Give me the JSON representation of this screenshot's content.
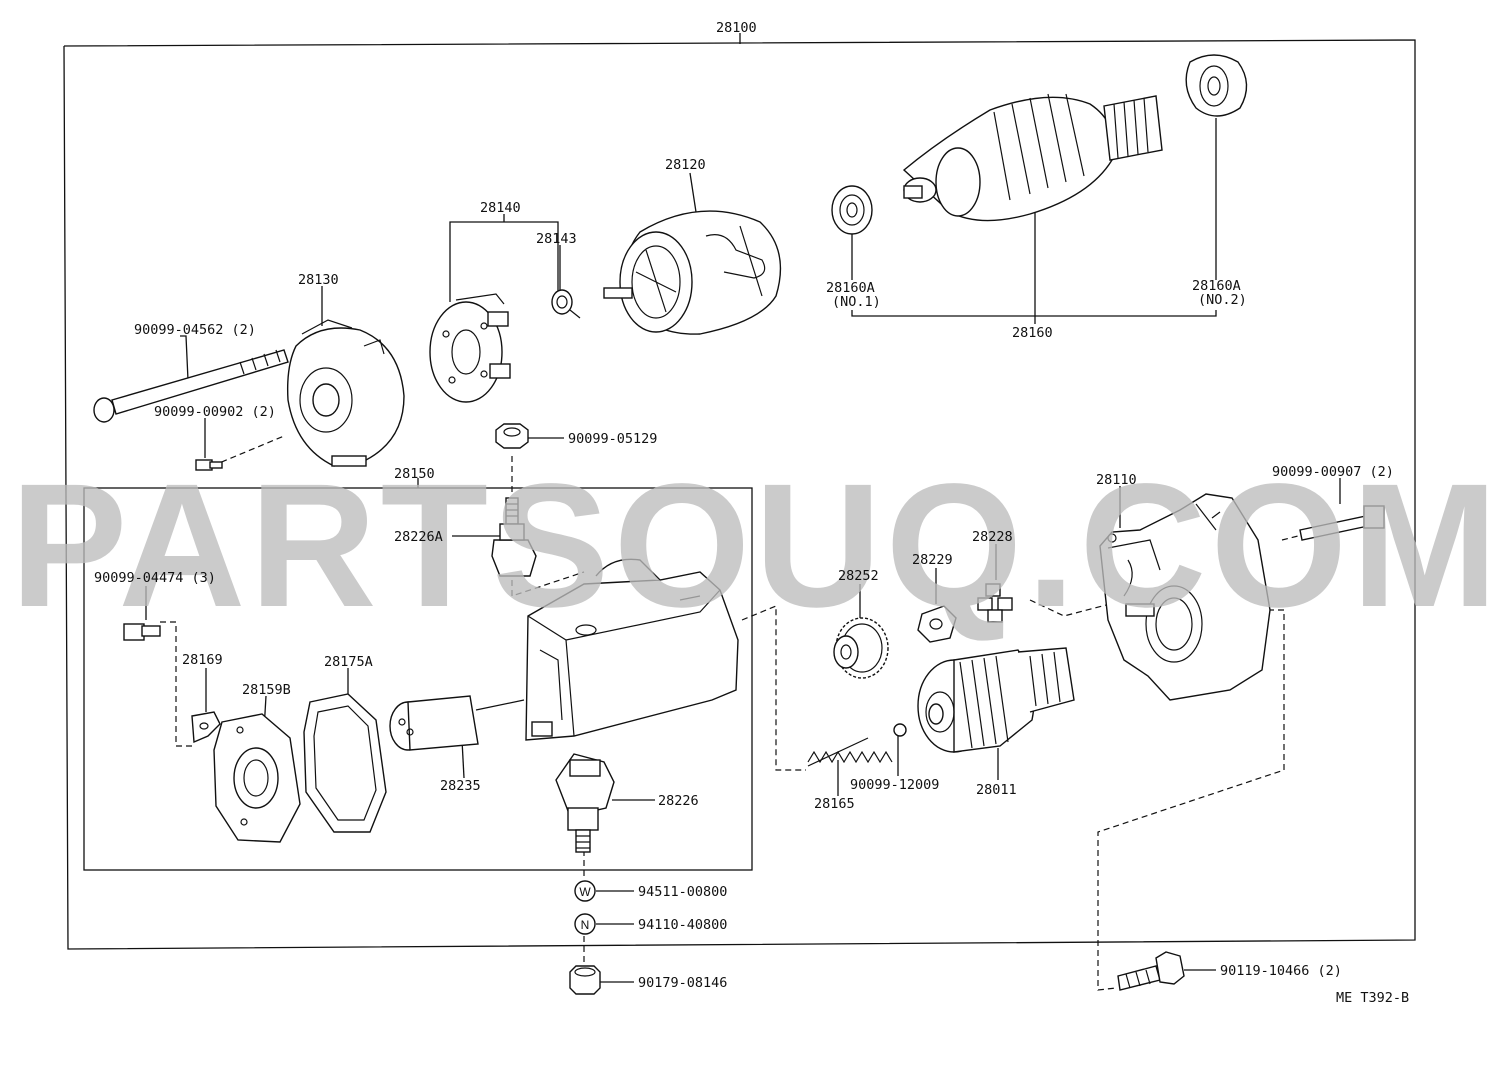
{
  "watermark": "PARTSOUQ.COM",
  "reference_code": "ME T392-B",
  "assembly_labels": {
    "starter_assembly": "28100",
    "brush_holder_assy": "28140",
    "armature_bearing_group": "28160",
    "magnetic_switch_assy": "28150"
  },
  "part_labels": [
    {
      "id": "p28120",
      "text": "28120"
    },
    {
      "id": "p28143",
      "text": "28143"
    },
    {
      "id": "p28130",
      "text": "28130"
    },
    {
      "id": "p90099_04562",
      "text": "90099-04562 (2)"
    },
    {
      "id": "p90099_00902",
      "text": "90099-00902 (2)"
    },
    {
      "id": "p28160a1",
      "text": "28160A"
    },
    {
      "id": "p28160a1_no",
      "text": "(NO.1)"
    },
    {
      "id": "p28160a2",
      "text": "28160A"
    },
    {
      "id": "p28160a2_no",
      "text": "(NO.2)"
    },
    {
      "id": "p90099_05129",
      "text": "90099-05129"
    },
    {
      "id": "p28226a",
      "text": "28226A"
    },
    {
      "id": "p90099_04474",
      "text": "90099-04474 (3)"
    },
    {
      "id": "p28169",
      "text": "28169"
    },
    {
      "id": "p28159b",
      "text": "28159B"
    },
    {
      "id": "p28175a",
      "text": "28175A"
    },
    {
      "id": "p28235",
      "text": "28235"
    },
    {
      "id": "p28226",
      "text": "28226"
    },
    {
      "id": "p28252",
      "text": "28252"
    },
    {
      "id": "p28229",
      "text": "28229"
    },
    {
      "id": "p28228",
      "text": "28228"
    },
    {
      "id": "p28110",
      "text": "28110"
    },
    {
      "id": "p90099_00907",
      "text": "90099-00907 (2)"
    },
    {
      "id": "p28165",
      "text": "28165"
    },
    {
      "id": "p90099_12009",
      "text": "90099-12009"
    },
    {
      "id": "p28011",
      "text": "28011"
    },
    {
      "id": "p94511_00800",
      "text": "94511-00800"
    },
    {
      "id": "p94110_40800",
      "text": "94110-40800"
    },
    {
      "id": "p90179_08146",
      "text": "90179-08146"
    },
    {
      "id": "p90119_10466",
      "text": "90119-10466 (2)"
    }
  ],
  "washer_letters": {
    "w": "W",
    "n": "N"
  },
  "colors": {
    "ink": "#111111",
    "watermark": "#bdbdbd",
    "background": "#ffffff"
  }
}
